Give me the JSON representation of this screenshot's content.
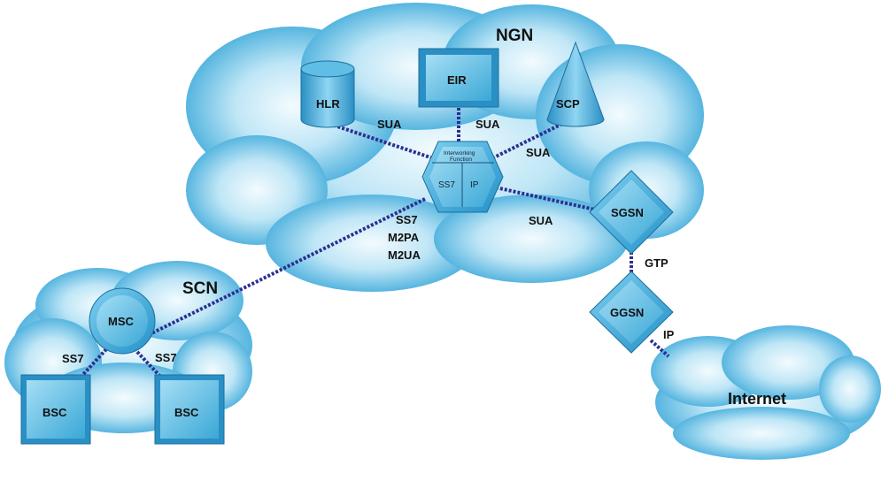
{
  "clouds": {
    "ngn": "NGN",
    "scn": "SCN",
    "internet": "Internet"
  },
  "nodes": {
    "hlr": "HLR",
    "eir": "EIR",
    "scp": "SCP",
    "sgsn": "SGSN",
    "ggsn": "GGSN",
    "msc": "MSC",
    "bsc_left": "BSC",
    "bsc_right": "BSC"
  },
  "iwf": {
    "title_line1": "Interworking",
    "title_line2": "Function",
    "left_part": "SS7",
    "right_part": "IP"
  },
  "links": {
    "hlr_iwf": "SUA",
    "eir_iwf": "SUA",
    "scp_iwf": "SUA",
    "sgsn_iwf": "SUA",
    "msc_iwf_1": "SS7",
    "msc_iwf_2": "M2PA",
    "msc_iwf_3": "M2UA",
    "sgsn_ggsn": "GTP",
    "ggsn_internet": "IP",
    "msc_bsc_left": "SS7",
    "msc_bsc_right": "SS7"
  },
  "colors": {
    "cloud_light": "#e6f6fc",
    "cloud_dark": "#2aa0d4",
    "node_fill": "#3aa8d6",
    "link": "#2b2f8f"
  }
}
